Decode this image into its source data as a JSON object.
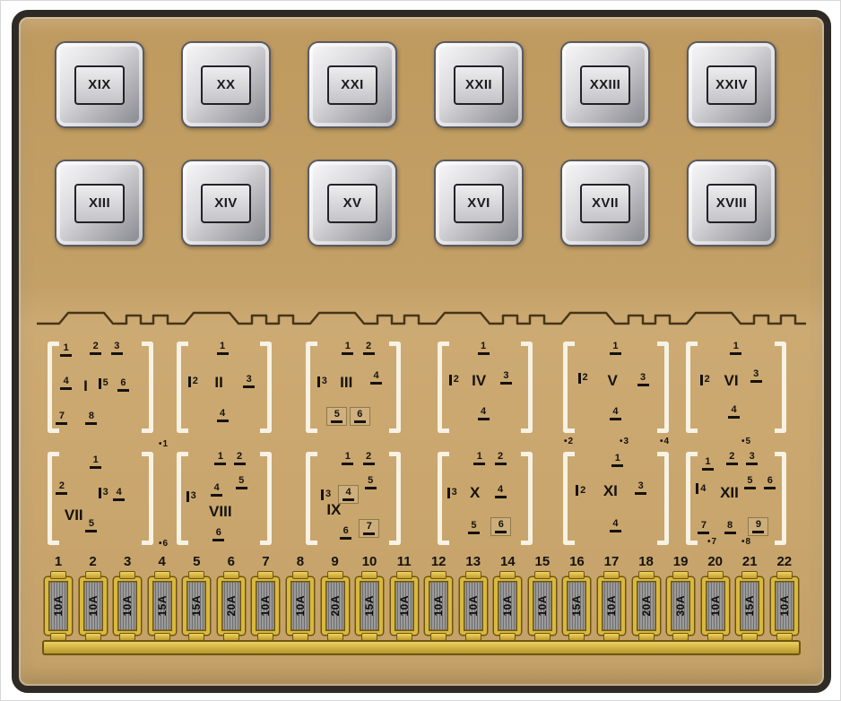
{
  "relays": {
    "row1": [
      "XIX",
      "XX",
      "XXI",
      "XXII",
      "XXIII",
      "XXIV"
    ],
    "row2": [
      "XIII",
      "XIV",
      "XV",
      "XVI",
      "XVII",
      "XVIII"
    ]
  },
  "connectors": [
    {
      "label": "I",
      "pins": [
        {
          "n": "1"
        },
        {
          "n": "2"
        },
        {
          "n": "3"
        },
        {
          "n": "4"
        },
        {
          "n": "5"
        },
        {
          "n": "6"
        },
        {
          "n": "7"
        },
        {
          "n": "8"
        }
      ]
    },
    {
      "label": "II",
      "pins": [
        {
          "n": "1"
        },
        {
          "n": "2"
        },
        {
          "n": "3"
        },
        {
          "n": "4"
        }
      ]
    },
    {
      "label": "III",
      "pins": [
        {
          "n": "1"
        },
        {
          "n": "2"
        },
        {
          "n": "3"
        },
        {
          "n": "4"
        },
        {
          "n": "5",
          "boxed": true
        },
        {
          "n": "6",
          "boxed": true
        }
      ]
    },
    {
      "label": "IV",
      "pins": [
        {
          "n": "1"
        },
        {
          "n": "2"
        },
        {
          "n": "3"
        },
        {
          "n": "4"
        }
      ]
    },
    {
      "label": "V",
      "pins": [
        {
          "n": "1"
        },
        {
          "n": "2"
        },
        {
          "n": "3"
        },
        {
          "n": "4"
        }
      ]
    },
    {
      "label": "VI",
      "pins": [
        {
          "n": "1"
        },
        {
          "n": "2"
        },
        {
          "n": "3"
        },
        {
          "n": "4"
        }
      ]
    },
    {
      "label": "VII",
      "pins": [
        {
          "n": "1"
        },
        {
          "n": "2"
        },
        {
          "n": "3"
        },
        {
          "n": "4"
        },
        {
          "n": "5"
        }
      ]
    },
    {
      "label": "VIII",
      "pins": [
        {
          "n": "1"
        },
        {
          "n": "2"
        },
        {
          "n": "3"
        },
        {
          "n": "4"
        },
        {
          "n": "5"
        },
        {
          "n": "6"
        }
      ]
    },
    {
      "label": "IX",
      "pins": [
        {
          "n": "1"
        },
        {
          "n": "2"
        },
        {
          "n": "3"
        },
        {
          "n": "4",
          "boxed": true
        },
        {
          "n": "5"
        },
        {
          "n": "6"
        },
        {
          "n": "7",
          "boxed": true
        }
      ]
    },
    {
      "label": "X",
      "pins": [
        {
          "n": "1"
        },
        {
          "n": "2"
        },
        {
          "n": "3"
        },
        {
          "n": "4"
        },
        {
          "n": "5"
        },
        {
          "n": "6",
          "boxed": true
        }
      ]
    },
    {
      "label": "XI",
      "pins": [
        {
          "n": "1"
        },
        {
          "n": "2"
        },
        {
          "n": "3"
        },
        {
          "n": "4"
        }
      ]
    },
    {
      "label": "XII",
      "pins": [
        {
          "n": "1"
        },
        {
          "n": "2"
        },
        {
          "n": "3"
        },
        {
          "n": "4"
        },
        {
          "n": "5"
        },
        {
          "n": "6"
        },
        {
          "n": "7"
        },
        {
          "n": "8"
        },
        {
          "n": "9",
          "boxed": true
        }
      ]
    }
  ],
  "markers": [
    {
      "label": "1"
    },
    {
      "label": "2"
    },
    {
      "label": "3"
    },
    {
      "label": "4"
    },
    {
      "label": "5"
    },
    {
      "label": "6"
    },
    {
      "label": "7"
    },
    {
      "label": "8"
    }
  ],
  "fuses": [
    {
      "number": "1",
      "rating": "10A"
    },
    {
      "number": "2",
      "rating": "10A"
    },
    {
      "number": "3",
      "rating": "10A"
    },
    {
      "number": "4",
      "rating": "15A"
    },
    {
      "number": "5",
      "rating": "15A"
    },
    {
      "number": "6",
      "rating": "20A"
    },
    {
      "number": "7",
      "rating": "10A"
    },
    {
      "number": "8",
      "rating": "10A"
    },
    {
      "number": "9",
      "rating": "20A"
    },
    {
      "number": "10",
      "rating": "15A"
    },
    {
      "number": "11",
      "rating": "10A"
    },
    {
      "number": "12",
      "rating": "10A"
    },
    {
      "number": "13",
      "rating": "10A"
    },
    {
      "number": "14",
      "rating": "10A"
    },
    {
      "number": "15",
      "rating": "10A"
    },
    {
      "number": "16",
      "rating": "15A"
    },
    {
      "number": "17",
      "rating": "10A"
    },
    {
      "number": "18",
      "rating": "20A"
    },
    {
      "number": "19",
      "rating": "30A"
    },
    {
      "number": "20",
      "rating": "10A"
    },
    {
      "number": "21",
      "rating": "15A"
    },
    {
      "number": "22",
      "rating": "10A"
    }
  ],
  "colors": {
    "panel_tan": "#c5a167",
    "border_dark": "#2e2b26",
    "relay_gray": "#b9b9be",
    "fuse_gold": "#d9b83e",
    "gold_outline": "#6e5512",
    "text_black": "#15120e",
    "bracket_white": "#f7f2e4"
  }
}
